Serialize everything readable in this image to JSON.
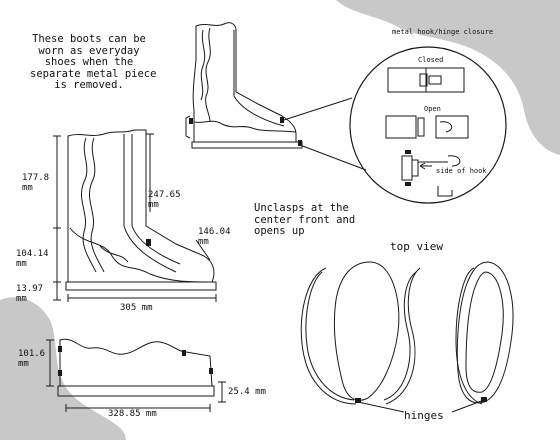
{
  "notes": {
    "removable": "These boots can be\nworn as everyday\nshoes when the\nseparate metal piece\nis removed.",
    "unclasp": "Unclasps at the\ncenter front and\nopens up"
  },
  "closure": {
    "title": "metal hook/hinge closure",
    "closed": "Closed",
    "open": "Open",
    "side": "side of hook"
  },
  "top_view": {
    "title": "top view",
    "hinges": "hinges"
  },
  "dimensions": {
    "shaft_height": "177.8\nmm",
    "front_length": "247.65\nmm",
    "ankle_height": "104.14\nmm",
    "toe_height": "146.04\nmm",
    "sole_thickness": "13.97\nmm",
    "boot_length": "305 mm",
    "piece_height": "101.6\nmm",
    "piece_thickness": "25.4 mm",
    "piece_length": "328.85 mm"
  },
  "colors": {
    "blob": "#c8c8c8",
    "line": "#1a1a1a"
  }
}
